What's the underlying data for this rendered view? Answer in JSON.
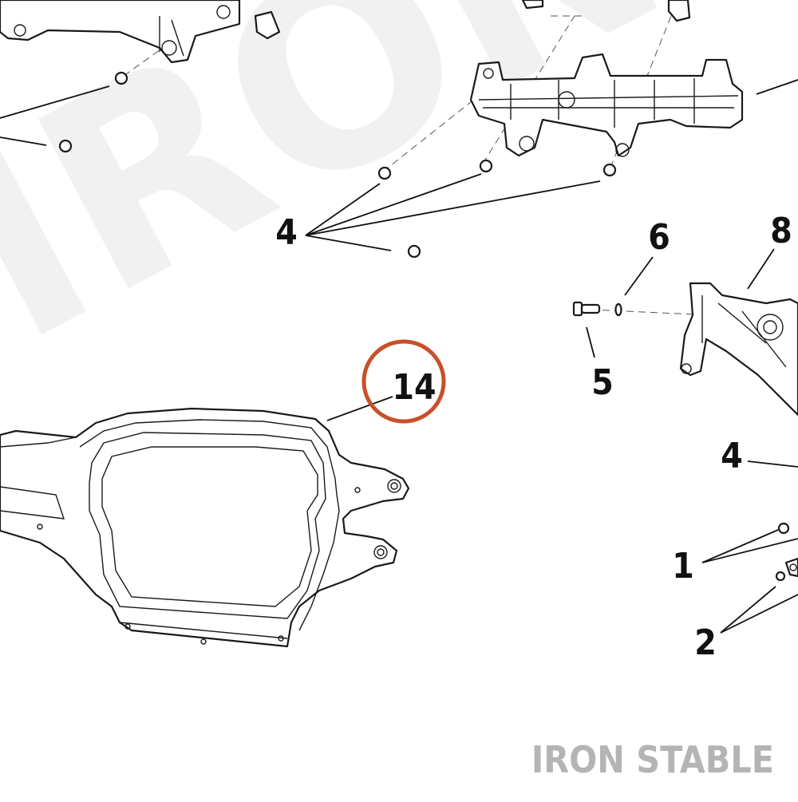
{
  "watermark": {
    "text": "IRON"
  },
  "brand": {
    "text": "IRON STABLE",
    "color": "#b4b4b4"
  },
  "highlight": {
    "callout": "14",
    "ring_color": "#c8502a"
  },
  "callouts": {
    "c1": "1",
    "c2": "2",
    "c4_top": "4",
    "c4_right": "4",
    "c5": "5",
    "c6": "6",
    "c8": "8"
  }
}
